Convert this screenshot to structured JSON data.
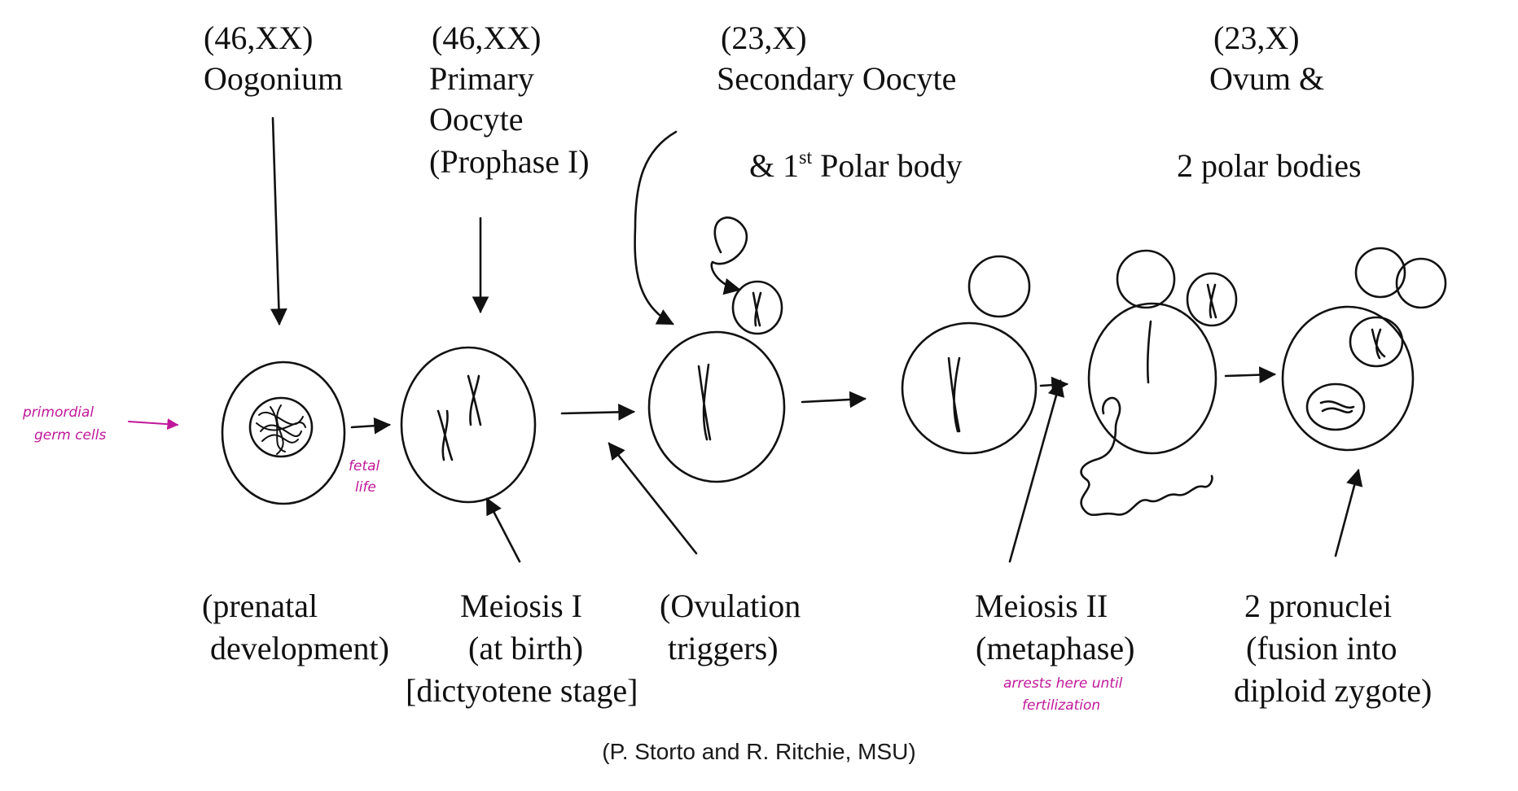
{
  "top_labels": {
    "oogonium": {
      "karyotype": "(46,XX)",
      "name": "Oogonium"
    },
    "primary_oocyte": {
      "karyotype": "(46,XX)",
      "line1": "Primary",
      "line2": "Oocyte",
      "line3": "(Prophase I)"
    },
    "secondary_oocyte": {
      "karyotype": "(23,X)",
      "line1": "Secondary Oocyte",
      "line2_pre": "& 1",
      "line2_sup": "st",
      "line2_post": " Polar body"
    },
    "ovum": {
      "karyotype": "(23,X)",
      "line1": "Ovum &",
      "line2": "2 polar bodies"
    }
  },
  "bottom_labels": {
    "prenatal": {
      "line1": "(prenatal",
      "line2": "development)"
    },
    "meiosis1": {
      "line1": "Meiosis I",
      "line2": "(at birth)",
      "line3": "[dictyotene stage]"
    },
    "ovulation": {
      "line1": "(Ovulation",
      "line2": "triggers)"
    },
    "meiosis2": {
      "line1": "Meiosis II",
      "line2": "(metaphase)"
    },
    "pronuclei": {
      "line1": "2 pronuclei",
      "line2": "(fusion into",
      "line3": "diploid zygote)"
    }
  },
  "handwritten": {
    "primordial": {
      "line1": "primordial",
      "line2": "germ cells"
    },
    "fetal": {
      "line1": "fetal",
      "line2": "life"
    },
    "arrests": {
      "line1": "arrests here until",
      "line2": "fertilization"
    }
  },
  "credit": "(P. Storto and R. Ritchie, MSU)",
  "colors": {
    "ink": "#111111",
    "annotation": "#c0189a",
    "background": "#ffffff"
  }
}
